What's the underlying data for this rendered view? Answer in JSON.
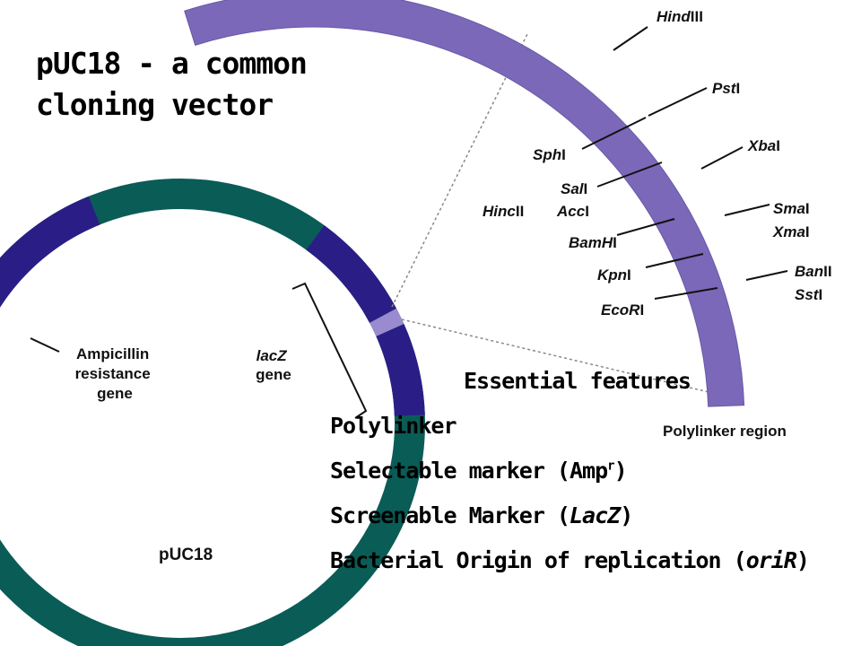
{
  "title": {
    "line1": "pUC18 - a common",
    "line2": "cloning vector"
  },
  "colors": {
    "teal": "#0a5c56",
    "navy": "#2a1e86",
    "polylinker": "#7b68b8",
    "site_light": "#9a8ad0"
  },
  "plasmid": {
    "name": "pUC18",
    "amp_label": [
      "Ampicillin",
      "resistance",
      "gene"
    ],
    "lacz_label": [
      "lacZ",
      "gene"
    ]
  },
  "polylinker": {
    "caption": "Polylinker region",
    "sites_left": [
      {
        "prefix": "Sph",
        "suffix": "I"
      },
      {
        "prefix": "Sal",
        "suffix": "I"
      },
      {
        "prefix": "Acc",
        "suffix": "I"
      },
      {
        "prefix": "Hinc",
        "suffix": "II"
      },
      {
        "prefix": "BamH",
        "suffix": "I"
      },
      {
        "prefix": "Kpn",
        "suffix": "I"
      },
      {
        "prefix": "EcoR",
        "suffix": "I"
      }
    ],
    "sites_right": [
      {
        "prefix": "Hind",
        "suffix": "III"
      },
      {
        "prefix": "Pst",
        "suffix": "I"
      },
      {
        "prefix": "Xba",
        "suffix": "I"
      },
      {
        "prefix": "Sma",
        "suffix": "I"
      },
      {
        "prefix": "Xma",
        "suffix": "I"
      },
      {
        "prefix": "Ban",
        "suffix": "II"
      },
      {
        "prefix": "Sst",
        "suffix": "I"
      }
    ]
  },
  "features": {
    "heading": "Essential features",
    "polylinker": "Polylinker",
    "selectable_pre": "Selectable marker (Amp",
    "selectable_sup": "r",
    "selectable_post": ")",
    "screenable_pre": "Screenable Marker (",
    "screenable_it": "LacZ",
    "screenable_post": ")",
    "origin_pre": "Bacterial Origin of replication (",
    "origin_it": "oriR",
    "origin_post": ")"
  }
}
